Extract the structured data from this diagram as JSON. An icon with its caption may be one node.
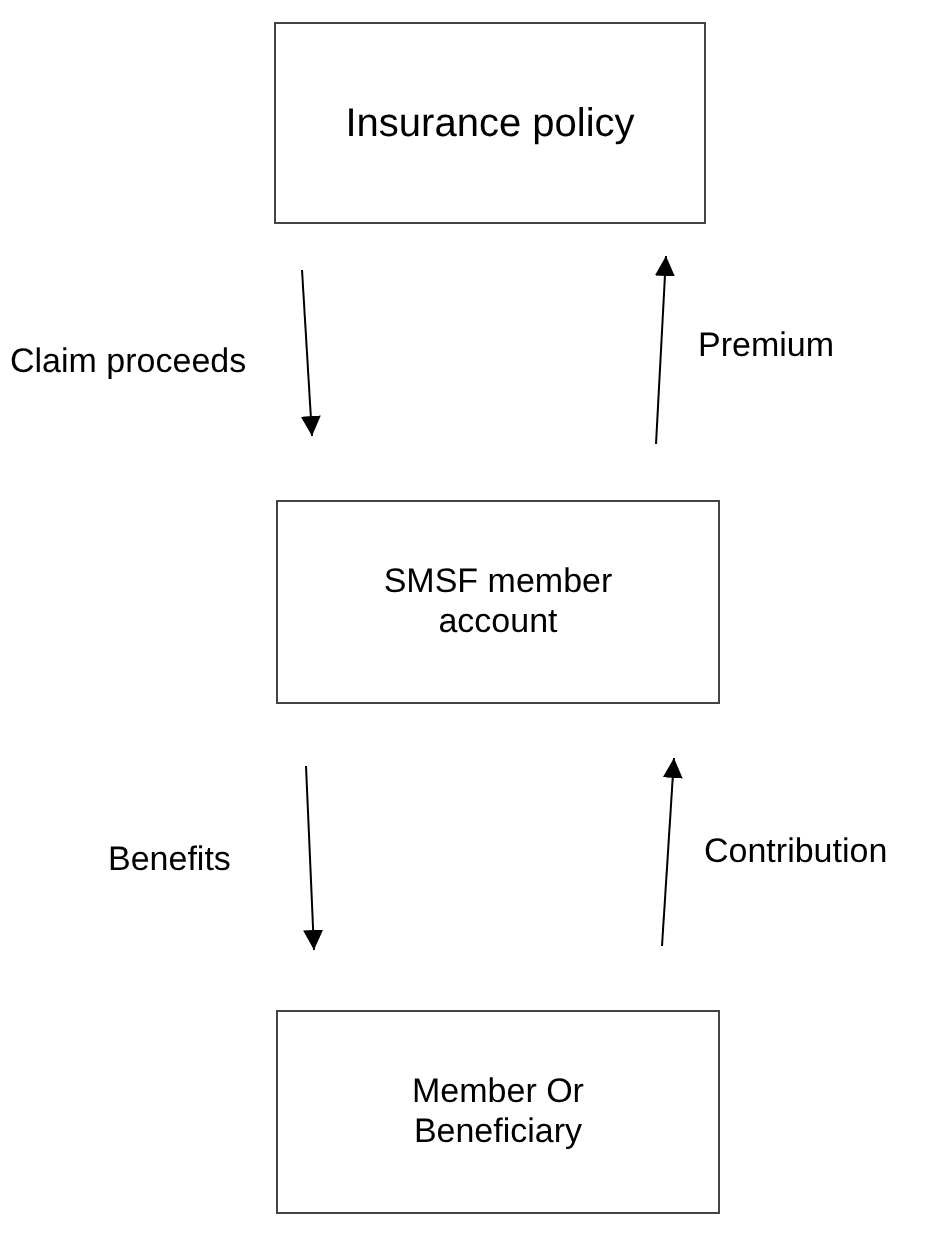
{
  "diagram": {
    "nodes": [
      {
        "text": [
          "Insurance policy"
        ]
      },
      {
        "text": [
          "SMSF member account"
        ]
      },
      {
        "text": [
          "Member Or Beneficiary"
        ]
      }
    ],
    "edges": [
      {
        "from": 0,
        "to": 1,
        "arrow": "to",
        "label": "Claim proceeds"
      },
      {
        "from": 1,
        "to": 0,
        "arrow": "to",
        "label": "Premium"
      },
      {
        "from": 1,
        "to": 2,
        "arrow": "to",
        "label": "Benefits"
      },
      {
        "from": 2,
        "to": 1,
        "arrow": "to",
        "label": "Contribution"
      }
    ]
  }
}
